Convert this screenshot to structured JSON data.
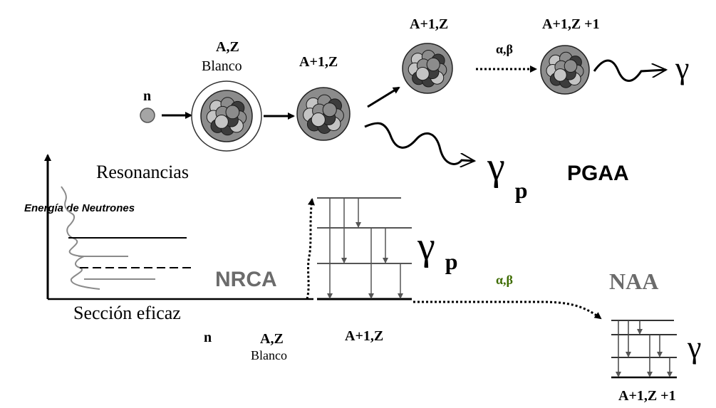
{
  "labels": {
    "neutron": "n",
    "target_az": "A,Z",
    "target_blanco": "Blanco",
    "compound": "A+1,Z",
    "upper_nucleus": "A+1,Z",
    "decay": "α,β",
    "product": "A+1,Z +1",
    "gamma": "γ",
    "gamma_prompt_main": "γ",
    "gamma_prompt_sub": "p",
    "pgaa": "PGAA",
    "resonancias": "Resonancias",
    "energia": "Energía de Neutrones",
    "seccion": "Sección eficaz",
    "nrca": "NRCA",
    "levels_gamma_main": "γ",
    "levels_gamma_sub": "p",
    "bottom_neutron": "n",
    "bottom_az": "A,Z",
    "bottom_blanco": "Blanco",
    "bottom_compound": "A+1,Z",
    "bottom_decay": "α,β",
    "naa": "NAA",
    "bottom_gamma": "γ",
    "bottom_product": "A+1,Z +1"
  },
  "colors": {
    "ink": "#000000",
    "grey_text": "#6b6b6b",
    "decay_green": "#3d6b00",
    "nucleon_dark": "#3c3c3c",
    "nucleon_mid": "#8c8c8c",
    "nucleon_light": "#c4c4c4",
    "neutron": "#a5a5a5"
  }
}
